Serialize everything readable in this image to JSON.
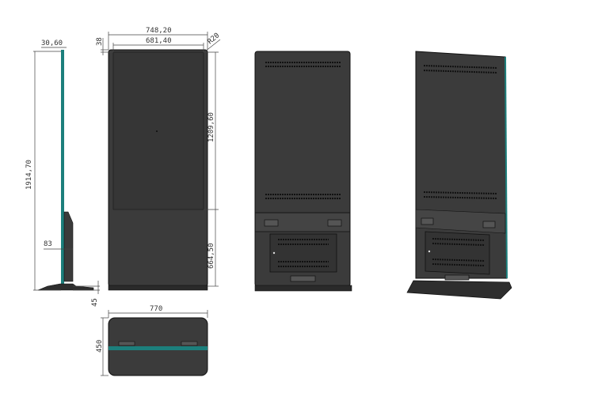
{
  "drawing": {
    "dimensions": {
      "side_thickness": "30,60",
      "total_height": "1914,70",
      "stand_depth": "83",
      "base_height": "45",
      "overall_width": "748,20",
      "screen_width": "681,40",
      "top_bezel": "38",
      "corner_radius": "R20",
      "screen_height": "1209,60",
      "lower_height": "664,50",
      "base_width": "770",
      "base_depth": "450"
    },
    "colors": {
      "body": "#3b3b3b",
      "accent": "#1c7f7c"
    }
  }
}
